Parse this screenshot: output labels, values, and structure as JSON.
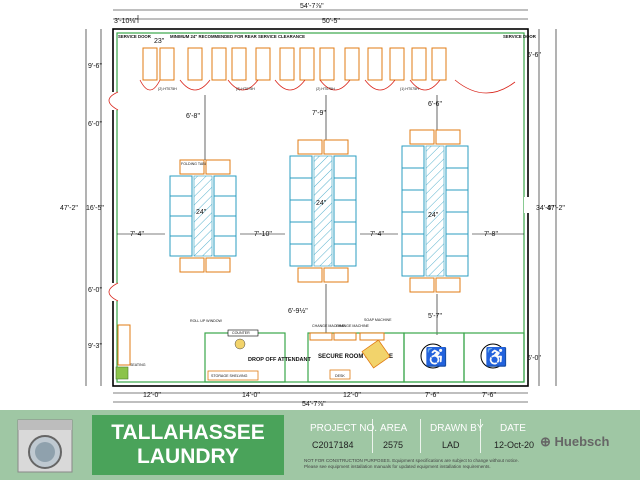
{
  "title": {
    "line1": "TALLAHASSEE",
    "line2": "LAUNDRY"
  },
  "meta": {
    "project_label": "PROJECT NO.",
    "project_value": "C2017184",
    "area_label": "AREA",
    "area_value": "2575",
    "drawn_label": "DRAWN BY",
    "drawn_value": "LAD",
    "date_label": "DATE",
    "date_value": "12-Oct-20"
  },
  "note_line1": "NOT FOR CONSTRUCTION PURPOSES. Equipment specifications are subject to change without notice.",
  "note_line2": "Please see equipment installation manuals for updated equipment installation requirements.",
  "logo": "Huebsch",
  "dims": {
    "top_total": "54'-7⅞\"",
    "top_left": "3'-10⅛\"",
    "top_right": "50'-5\"",
    "top_23": "23\"",
    "left_total": "47'-2\"",
    "left_16": "16'-5\"",
    "left_9a": "9'-6\"",
    "left_6a": "6'-0\"",
    "left_6b": "6'-0\"",
    "left_9b": "9'-3\"",
    "right_total": "47'-2\"",
    "right_34": "34'-0\"",
    "right_6a": "6'-6\"",
    "right_6b": "6'-0\"",
    "bottom_total": "54'-7⅞\"",
    "bot_12a": "12'-0\"",
    "bot_14": "14'-0\"",
    "bot_12b": "12'-0\"",
    "bot_7a": "7'-6\"",
    "bot_7b": "7'-6\"",
    "d_6_8": "6'-8\"",
    "d_7_9": "7'-9\"",
    "d_6_6": "6'-6\"",
    "d_7_4a": "7'-4\"",
    "d_7_10": "7'-10\"",
    "d_7_4b": "7'-4\"",
    "d_7_8": "7'-8\"",
    "d_6_9": "6'-9½\"",
    "d_5_7": "5'-7\"",
    "d_24a": "24\"",
    "d_24b": "24\"",
    "d_24c": "24\""
  },
  "labels": {
    "service_door_l": "SERVICE DOOR",
    "service_door_r": "SERVICE DOOR",
    "clearance": "MINIMUM 24\" RECOMMENDED FOR REAR SERVICE CLEARANCE",
    "ht1": "(2) HT075H",
    "ht2": "(2) HT075H",
    "ht3": "(2) HT075H",
    "ht4": "(1) HT075H",
    "ft": "FOLDING TABLE 48X24",
    "roll_up": "ROLL UP WINDOW",
    "counter": "COUNTER",
    "drop_off": "DROP OFF ATTENDANT",
    "storage": "STORAGE SHELVING",
    "seating": "SEATING",
    "change1": "CHANGE MACHINE",
    "change2": "CHANGE MACHINE",
    "soap": "SOAP MACHINE",
    "secure": "SECURE ROOM & OFFICE",
    "desk": "DESK"
  }
}
